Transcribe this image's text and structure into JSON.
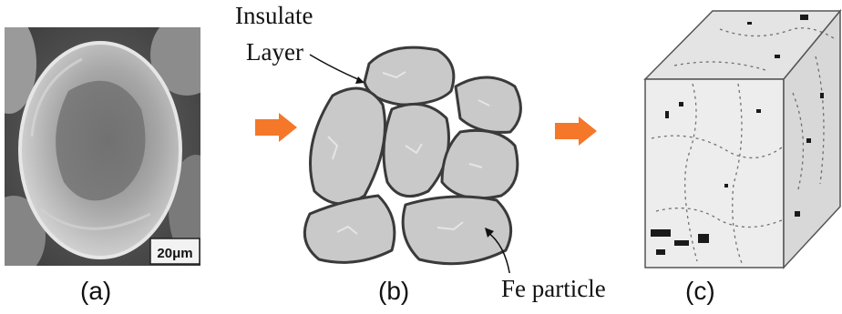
{
  "panel_a": {
    "scale_bar": "20μm",
    "caption": "(a)"
  },
  "panel_b": {
    "label_insulate": "Insulate",
    "label_layer": "Layer",
    "label_fe": "Fe particle",
    "caption": "(b)"
  },
  "panel_c": {
    "caption": "(c)"
  },
  "colors": {
    "arrow": "#f5772a",
    "particle_fill": "#c9c9c9",
    "particle_edge": "#3a3a3a"
  }
}
